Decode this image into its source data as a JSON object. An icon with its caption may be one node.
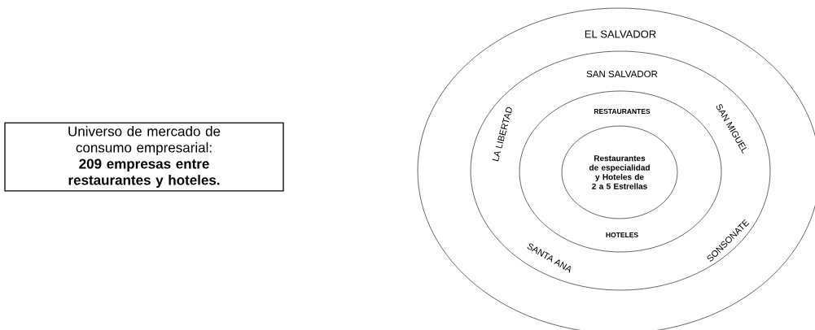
{
  "diagram": {
    "nodes": [
      {
        "text": [
          "Universo de mercado de consumo empresarial:",
          "209 empresas entre restaurantes y hoteles."
        ]
      },
      {
        "text": [
          "EL SALVADOR"
        ]
      },
      {
        "text": [
          "SAN SALVADOR",
          "LA LIBERTAD",
          "SAN MIGUEL",
          "SANTA ANA",
          "SONSONATE"
        ],
        "in": 1
      },
      {
        "text": [
          "RESTAURANTES",
          "HOTELES"
        ],
        "in": 2
      },
      {
        "text": [
          "Restaurantes de especialidad y Hoteles de 2 a 5 Estrellas"
        ],
        "in": 3
      }
    ]
  }
}
